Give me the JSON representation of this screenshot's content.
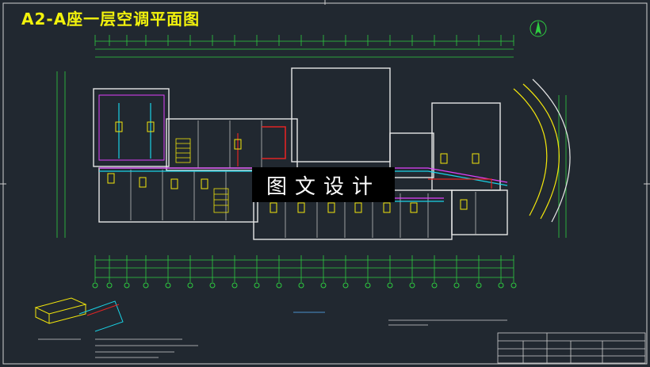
{
  "drawing": {
    "title": "A2-A座一层空调平面图",
    "watermark": "图文设计",
    "north_label": "N"
  },
  "colors": {
    "background": "#212830",
    "title": "#f2f20c",
    "walls": "#e6e6e6",
    "axis_lines": "#2ecc40",
    "pipes_red": "#e02424",
    "pipes_magenta": "#e040fb",
    "pipes_cyan": "#19d3e6",
    "units_yellow": "#f2e60c",
    "text_blue": "#59b4ff"
  },
  "icons": [
    "north-arrow-icon"
  ]
}
